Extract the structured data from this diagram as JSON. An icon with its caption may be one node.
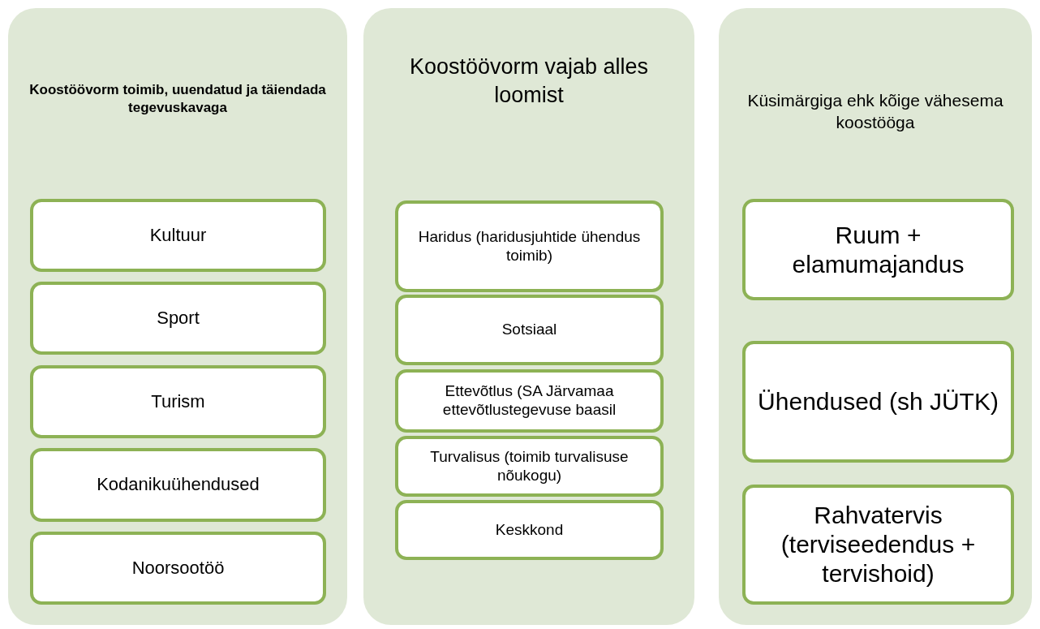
{
  "diagram": {
    "nodes": [
      {
        "text": [
          "Koostöövorm toimib, uuendatud ja täiendada tegevuskavaga"
        ]
      },
      {
        "text": [
          "Kultuur"
        ],
        "in": 0
      },
      {
        "text": [
          "Sport"
        ],
        "in": 0
      },
      {
        "text": [
          "Turism"
        ],
        "in": 0
      },
      {
        "text": [
          "Kodanikuühendused"
        ],
        "in": 0
      },
      {
        "text": [
          "Noorsootöö"
        ],
        "in": 0
      },
      {
        "text": [
          "Koostöövorm vajab alles loomist"
        ]
      },
      {
        "text": [
          "Haridus (haridusjuhtide ühendus toimib)"
        ],
        "in": 6
      },
      {
        "text": [
          "Sotsiaal"
        ],
        "in": 6
      },
      {
        "text": [
          "Ettevõtlus (SA Järvamaa ettevõtlustegevuse baasil"
        ],
        "in": 6
      },
      {
        "text": [
          "Turvalisus (toimib turvalisuse nõukogu)"
        ],
        "in": 6
      },
      {
        "text": [
          "Keskkond"
        ],
        "in": 6
      },
      {
        "text": [
          "Küsimärgiga ehk kõige vähesema koostööga"
        ]
      },
      {
        "text": [
          "Ruum + elamumajandus"
        ],
        "in": 12
      },
      {
        "text": [
          "Ühendused (sh JÜTK)"
        ],
        "in": 12
      },
      {
        "text": [
          "Rahvatervis (terviseedendus + tervishoid)"
        ],
        "in": 12
      }
    ]
  }
}
